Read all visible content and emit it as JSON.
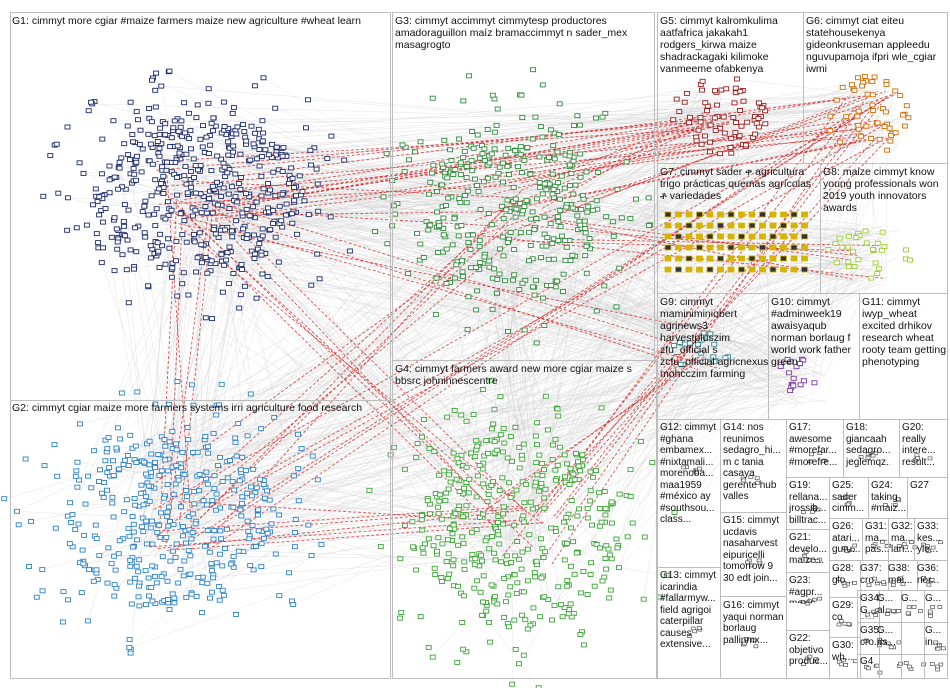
{
  "colors": {
    "G1": "#1b2a6b",
    "G2": "#2a82c9",
    "G3": "#2f8b3c",
    "G4": "#3aa635",
    "G5": "#9b1b1b",
    "G6": "#d46a00",
    "G7": "#d4b400",
    "G8": "#9acd32",
    "G9": "#3a8c8c",
    "G10": "#7a3aa0",
    "G11": "#555555",
    "edge": "#cfcfcf",
    "edge_strong": "#d21c1c"
  },
  "groups": [
    {
      "id": "G1",
      "label": "G1: cimmyt more cgiar #maize farmers maize new agriculture #wheat learn"
    },
    {
      "id": "G2",
      "label": "G2: cimmyt cgiar maize more farmers systems irri agriculture food research"
    },
    {
      "id": "G3",
      "label": "G3: cimmyt accimmyt cimmytesp productores amadoraguillon maíz bramaccimmyt n sader_mex masagrogto"
    },
    {
      "id": "G4",
      "label": "G4: cimmyt farmers award new more cgiar maize s bbsrc johninnescentre"
    },
    {
      "id": "G5",
      "label": "G5: cimmyt kalromkulima aatfafrica jakakah1 rodgers_kirwa maize shadrackagaki kilimoke vanmeeme ofabkenya"
    },
    {
      "id": "G6",
      "label": "G6: cimmyt ciat eiteu statehousekenya gideonkruseman appleedu nguvupamoja ifpri wle_cgiar iwmi"
    },
    {
      "id": "G7",
      "label": "G7: cimmyt sader ቀ agricultura trigo prácticas quemas agrícolas ቶ variedades"
    },
    {
      "id": "G8",
      "label": "G8: maize cimmyt know young professionals won 2019 youth innovators awards"
    },
    {
      "id": "G9",
      "label": "G9: cimmyt maminiminiobert agrinews3 harvestpluszim zfu_official s zcfu_official agricnexus mohcczim farming"
    },
    {
      "id": "G10",
      "label": "G10: cimmyt #adminweek19 awaisyaqub norman borlaug f world work father green"
    },
    {
      "id": "G11",
      "label": "G11: cimmyt iwyp_wheat excited drhikov research wheat rooty team getting phenotyping"
    },
    {
      "id": "G12",
      "label": "G12: cimmyt #ghana embamex... #nixtamali... morenoba... maa1959 #méxico ay #southsou... class..."
    },
    {
      "id": "G13",
      "label": "G13: cimmyt icarindia #fallarmyw... field agrigoi caterpillar causes extensive..."
    },
    {
      "id": "G14",
      "label": "G14: nos reunimos sedagro_hi... m c tania casaya gerente hub valles"
    },
    {
      "id": "G15",
      "label": "G15: cimmyt ucdavis nasaharvest eipuricelli tomorrow 9 30 edt join..."
    },
    {
      "id": "G16",
      "label": "G16: cimmyt yaqui norman borlaug pallinmx..."
    },
    {
      "id": "G17",
      "label": "G17: awesome #morefar... #morefre..."
    },
    {
      "id": "G18",
      "label": "G18: giancaah sedagro... jeglemqz..."
    },
    {
      "id": "G19",
      "label": "G19: rellana... jrossib... billtrac..."
    },
    {
      "id": "G20",
      "label": "G20: really intere... result..."
    },
    {
      "id": "G21",
      "label": "G21: develo... maize..."
    },
    {
      "id": "G22",
      "label": "G22: objetivo produc..."
    },
    {
      "id": "G23",
      "label": "G23: #agpr... mexic..."
    },
    {
      "id": "G24",
      "label": "G24: taking #maiz..."
    },
    {
      "id": "G25",
      "label": "G25: sader cimm..."
    },
    {
      "id": "G26",
      "label": "G26: atari... guru..."
    },
    {
      "id": "G27",
      "label": "G27"
    },
    {
      "id": "G28",
      "label": "G28: glo..."
    },
    {
      "id": "G29",
      "label": "G29: co"
    },
    {
      "id": "G30",
      "label": "G30: wh..."
    },
    {
      "id": "G31",
      "label": "G31: ma... pas..."
    },
    {
      "id": "G32",
      "label": "G32: ma... lan..."
    },
    {
      "id": "G33",
      "label": "G33: kes... yle..."
    },
    {
      "id": "G34",
      "label": "G34: G... cim..."
    },
    {
      "id": "G35",
      "label": "G35: cro..."
    },
    {
      "id": "G36",
      "label": "G36: nor..."
    },
    {
      "id": "G37",
      "label": "G37: cro..."
    },
    {
      "id": "G38",
      "label": "G38: mai..."
    },
    {
      "id": "G4b",
      "label": "G4"
    },
    {
      "id": "Ga",
      "label": "G... al..."
    },
    {
      "id": "Gb",
      "label": "G... #s..."
    },
    {
      "id": "Gc",
      "label": "G... in..."
    },
    {
      "id": "Gd",
      "label": "G..."
    },
    {
      "id": "Ge",
      "label": "G..."
    }
  ]
}
